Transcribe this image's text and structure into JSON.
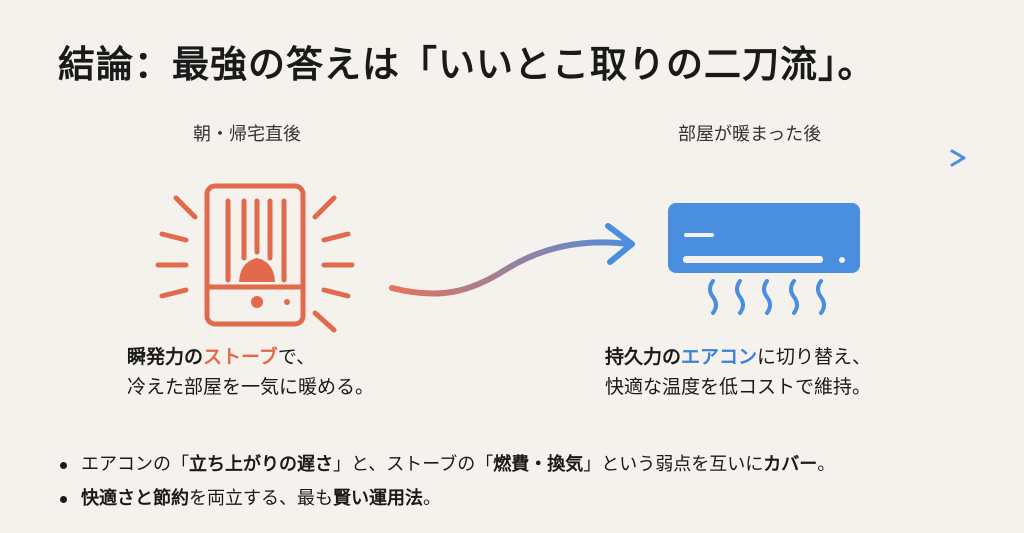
{
  "title": "結論：最強の答えは「いいとこ取りの二刀流」。",
  "timeline": {
    "left_label": "朝・帰宅直後",
    "right_label": "部屋が暖まった後"
  },
  "colors": {
    "orange": "#e06a4b",
    "blue": "#3b82d6",
    "background": "#f5f2ed"
  },
  "icons": [
    "heater-icon",
    "air-conditioner-icon",
    "curved-arrow-icon"
  ],
  "left_caption": {
    "l1_bold": "瞬発力の",
    "l1_accent": "ストーブ",
    "l1_rest": "で、",
    "l2": "冷えた部屋を一気に暖める。"
  },
  "right_caption": {
    "l1_bold": "持久力の",
    "l1_accent": "エアコン",
    "l1_rest": "に切り替え、",
    "l2": "快適な温度を低コストで維持。"
  },
  "bullets": {
    "b1_a": "エアコンの「",
    "b1_b": "立ち上がりの遅さ",
    "b1_c": "」と、ストーブの「",
    "b1_d": "燃費・換気",
    "b1_e": "」という弱点を互いに",
    "b1_f": "カバー",
    "b1_g": "。",
    "b2_a": "快適さと節約",
    "b2_b": "を両立する、最も",
    "b2_c": "賢い運用法",
    "b2_d": "。"
  }
}
